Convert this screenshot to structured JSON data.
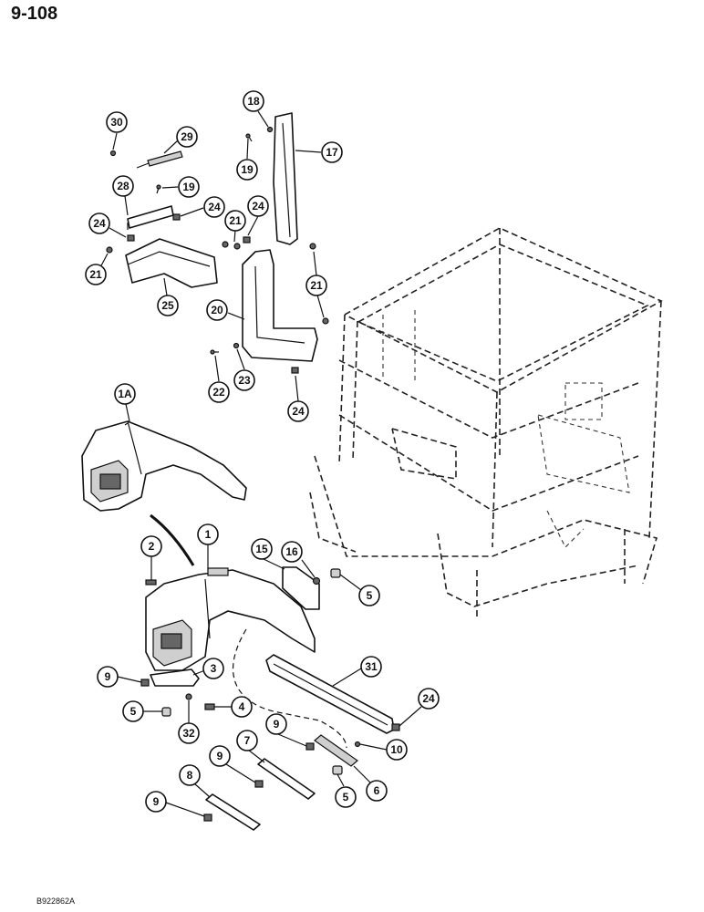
{
  "page": {
    "page_number": "9-108",
    "drawing_code": "B922862A"
  },
  "callouts": [
    "30",
    "29",
    "28",
    "19",
    "24",
    "24",
    "21",
    "25",
    "18",
    "19",
    "17",
    "24",
    "21",
    "21",
    "20",
    "22",
    "23",
    "24",
    "1A",
    "1",
    "2",
    "15",
    "16",
    "5",
    "3",
    "9",
    "4",
    "5",
    "32",
    "31",
    "24",
    "9",
    "10",
    "7",
    "9",
    "6",
    "5",
    "8",
    "9"
  ]
}
